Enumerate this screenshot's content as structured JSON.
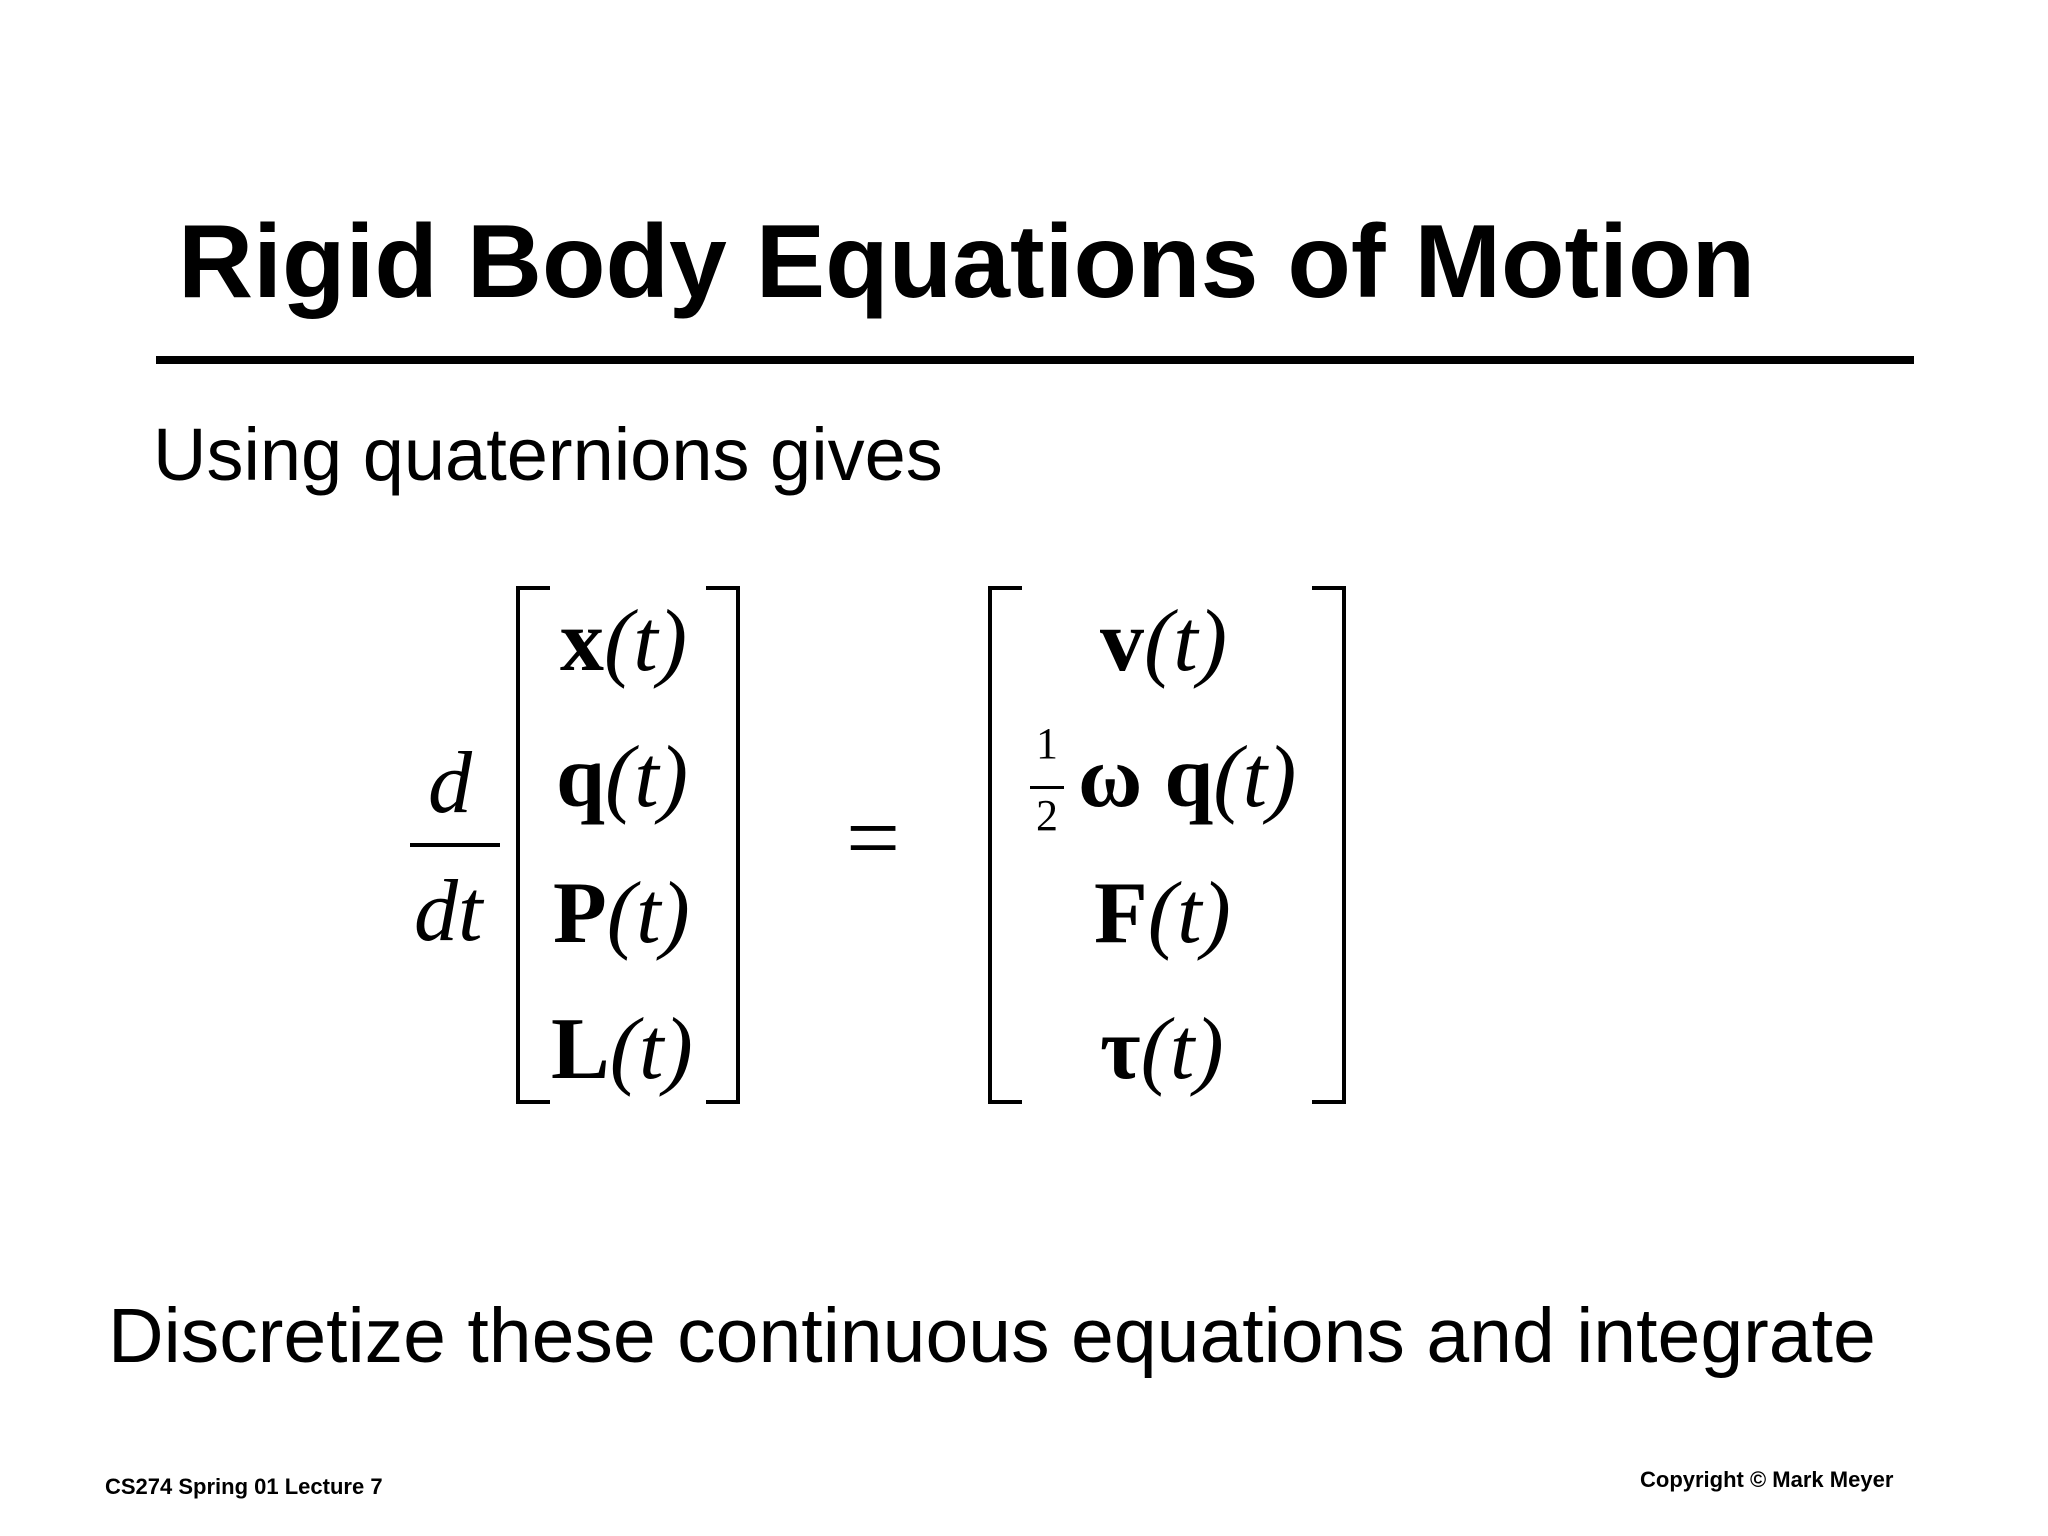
{
  "slide": {
    "title": "Rigid Body Equations of Motion",
    "intro": "Using quaternions gives",
    "conclusion": "Discretize these continuous equations and integrate",
    "footer_left": "CS274 Spring 01 Lecture 7",
    "footer_right": "Copyright © Mark Meyer"
  },
  "equation": {
    "derivative": {
      "numerator": "d",
      "denominator": "dt"
    },
    "lhs": [
      {
        "symbol": "x",
        "arg": "(t)"
      },
      {
        "symbol": "q",
        "arg": "(t)"
      },
      {
        "symbol": "P",
        "arg": "(t)"
      },
      {
        "symbol": "L",
        "arg": "(t)"
      }
    ],
    "equals": "=",
    "rhs": [
      {
        "prefix": "",
        "symbol": "v",
        "arg": "(t)"
      },
      {
        "half_num": "1",
        "half_den": "2",
        "omega": "ω",
        "symbol": "q",
        "arg": "(t)"
      },
      {
        "prefix": "",
        "symbol": "F",
        "arg": "(t)"
      },
      {
        "prefix": "",
        "symbol": "τ",
        "arg": "(t)"
      }
    ]
  }
}
